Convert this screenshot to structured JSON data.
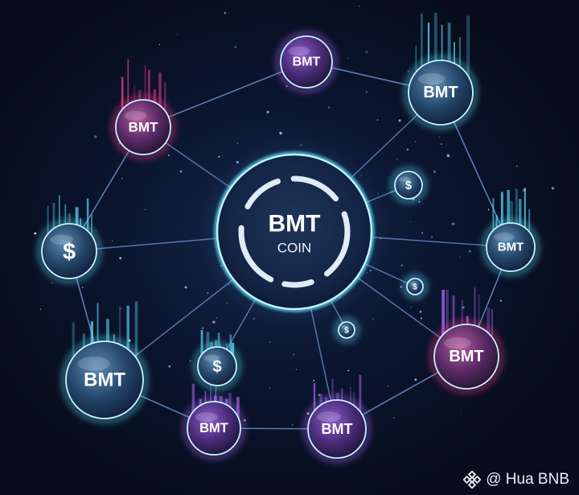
{
  "center": {
    "title": "BMT",
    "subtitle": "COIN"
  },
  "nodes": [
    {
      "id": "top",
      "label": "BMT",
      "glow": "violet"
    },
    {
      "id": "top-right",
      "label": "BMT",
      "glow": "cyan"
    },
    {
      "id": "top-left",
      "label": "BMT",
      "glow": "magenta"
    },
    {
      "id": "left-dollar",
      "label": "$",
      "glow": "cyan"
    },
    {
      "id": "right",
      "label": "BMT",
      "glow": "cyan"
    },
    {
      "id": "lower-left",
      "label": "BMT",
      "glow": "cyan"
    },
    {
      "id": "lower-right",
      "label": "BMT",
      "glow": "magenta"
    },
    {
      "id": "bottom-dollar",
      "label": "$",
      "glow": "cyan"
    },
    {
      "id": "bottom-left",
      "label": "BMT",
      "glow": "violet"
    },
    {
      "id": "bottom-right",
      "label": "BMT",
      "glow": "violet"
    },
    {
      "id": "small-dollar-1",
      "label": "$",
      "glow": "cyan"
    },
    {
      "id": "small-dollar-2",
      "label": "$",
      "glow": "cyan"
    },
    {
      "id": "small-dollar-3",
      "label": "$",
      "glow": "cyan"
    }
  ],
  "watermark": {
    "text": "@ Hua BNB",
    "icon": "binance-logo-icon"
  },
  "colors": {
    "background": "#070d1c",
    "cyan": "#5fe6ff",
    "violet": "#b06cff",
    "magenta": "#ff3f8e",
    "line": "#7fa8e8"
  }
}
